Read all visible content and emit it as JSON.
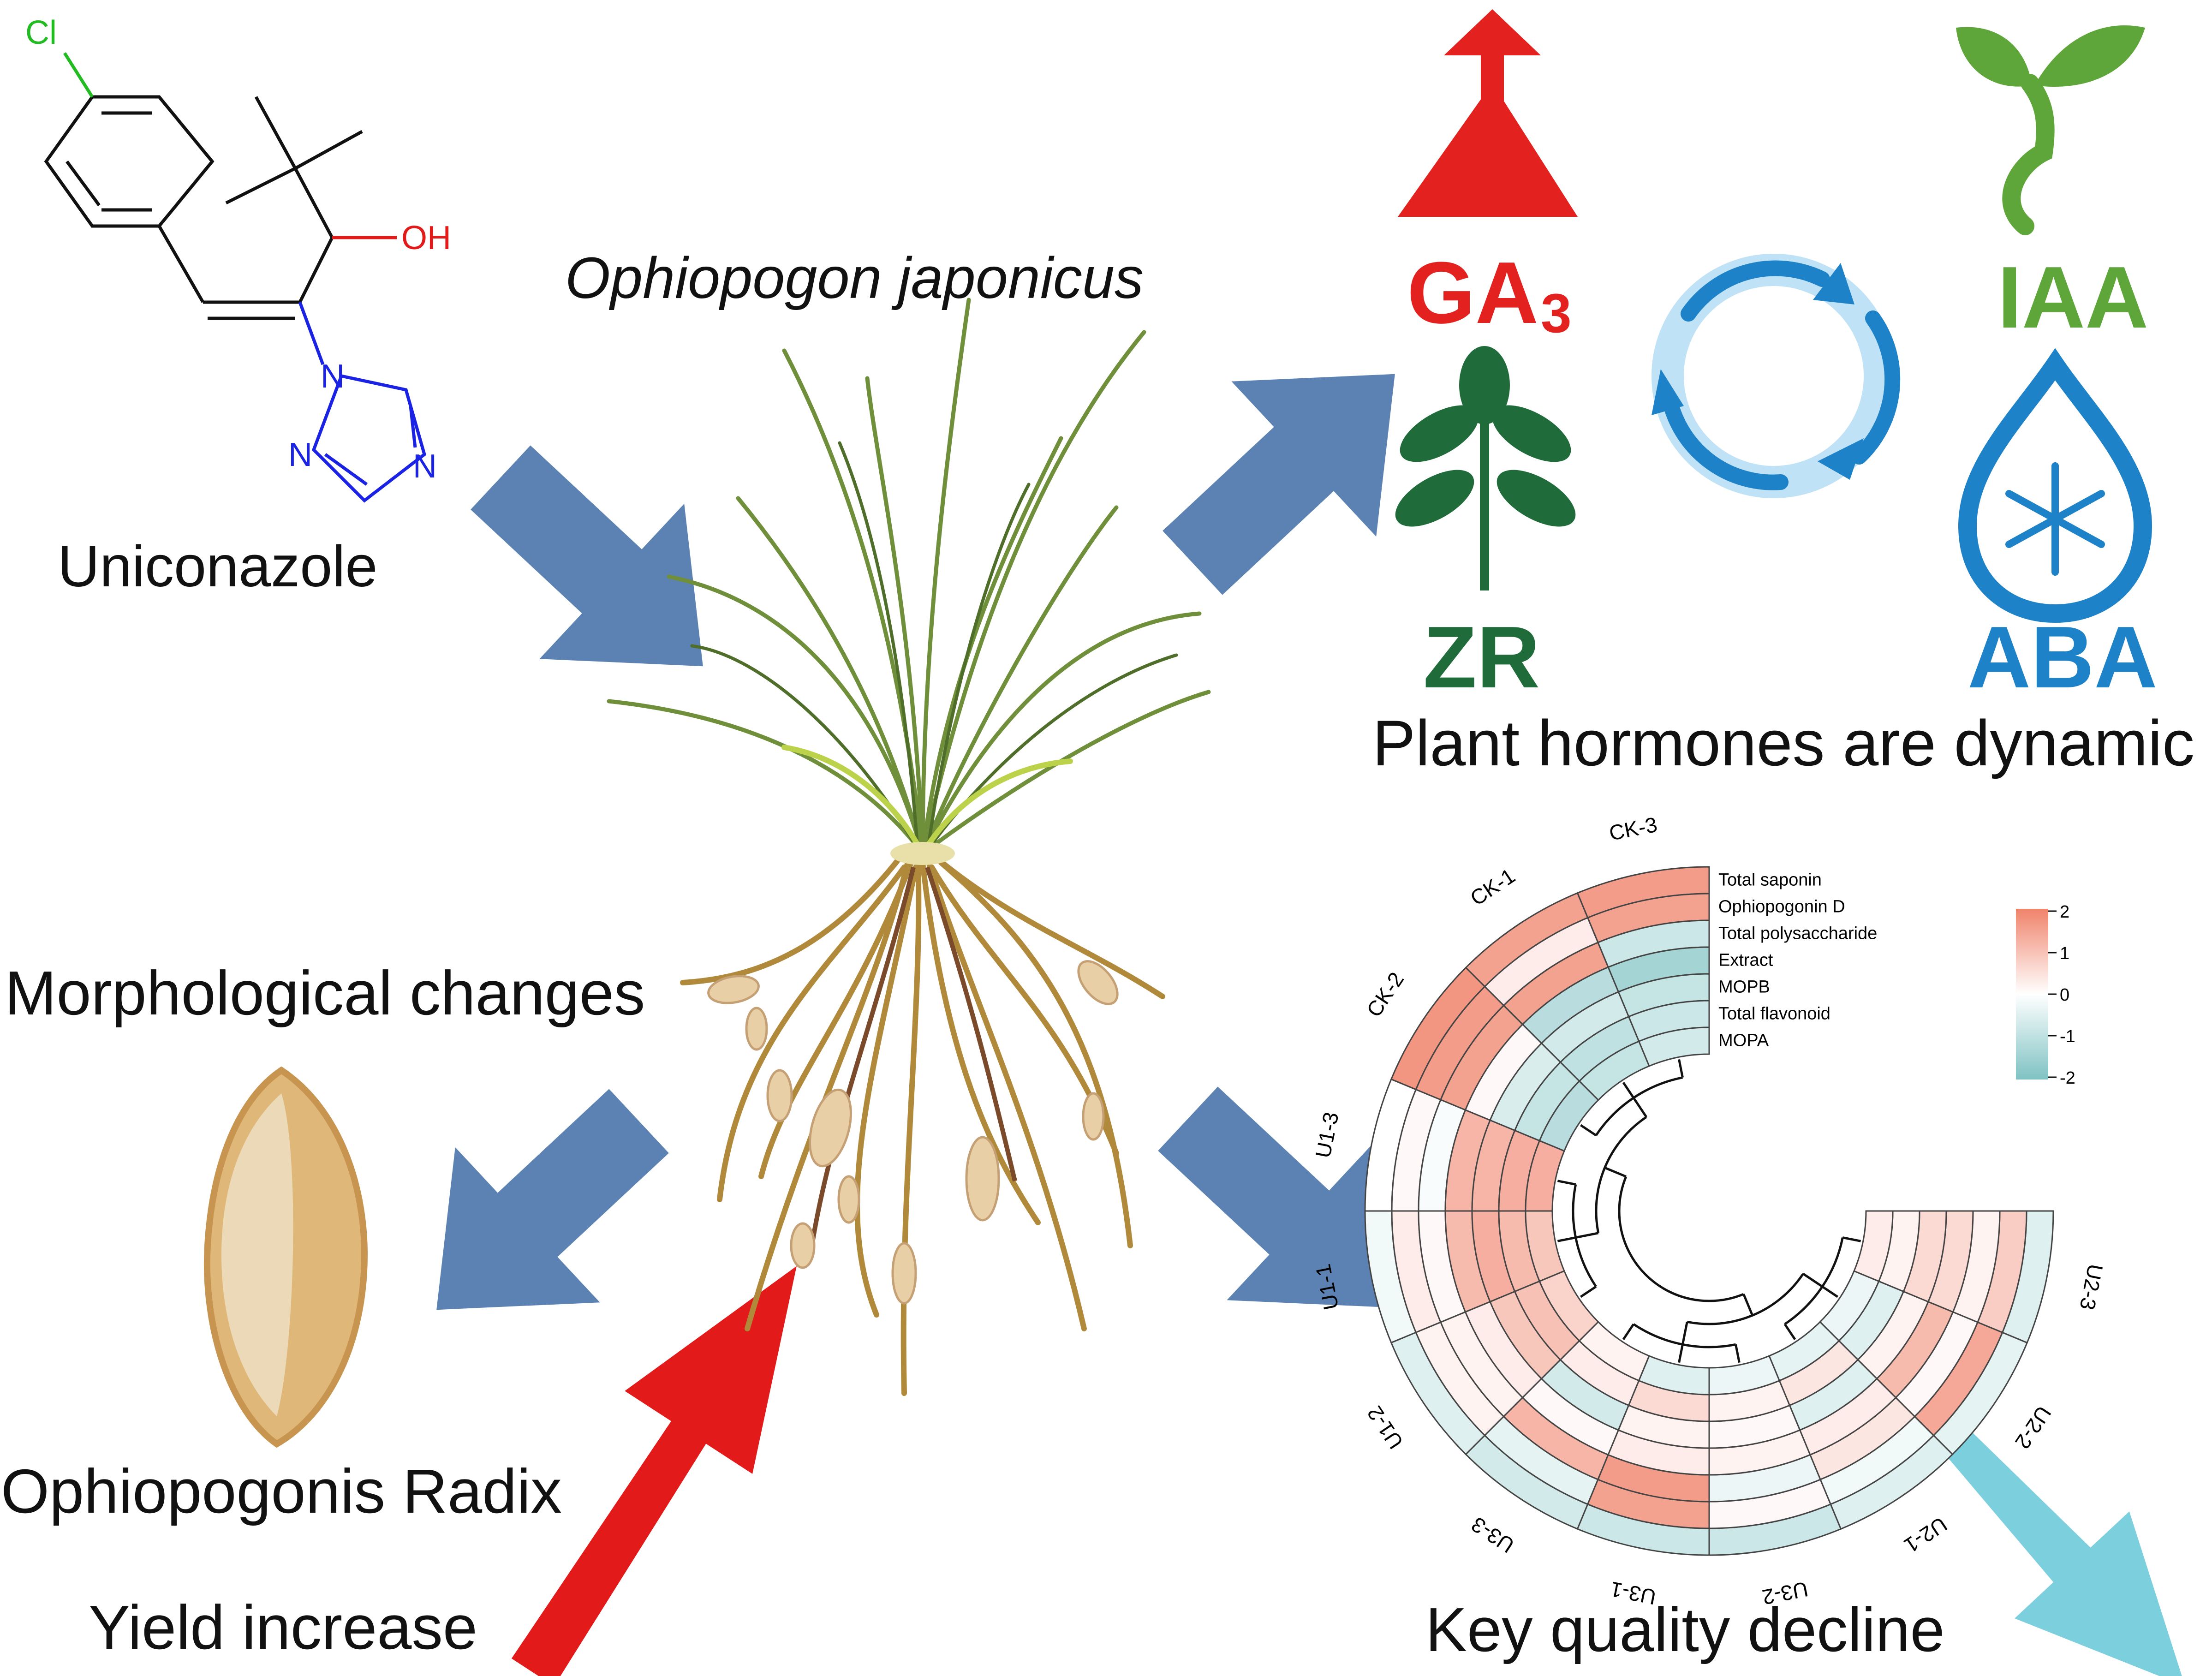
{
  "molecule": {
    "name": "Uniconazole",
    "atoms": {
      "chlorine": "Cl",
      "hydroxyl": "OH",
      "nitrogen": "N"
    }
  },
  "plant": {
    "species": "Ophiopogon japonicus"
  },
  "hormones": {
    "gibberellin": "GA",
    "gibberellin_subscript": "3",
    "auxin": "IAA",
    "zeatin_riboside": "ZR",
    "abscisic_acid": "ABA",
    "caption": "Plant hormones are dynamic"
  },
  "root": {
    "morphology_caption": "Morphological changes",
    "radix_caption": "Ophiopogonis Radix",
    "yield_caption": "Yield increase"
  },
  "quality": {
    "caption": "Key quality decline"
  },
  "colors": {
    "arrow_blue": "#5b82b3",
    "arrow_red": "#e31a1a",
    "arrow_cyan": "#7ccfdc",
    "ga_red": "#e3221f",
    "iaa_green": "#5ea63a",
    "zr_green": "#1f6b3a",
    "aba_blue": "#1e82c8",
    "heat_high": "#f0836b",
    "heat_mid": "#ffffff",
    "heat_low": "#7fc2c3"
  },
  "chart_data": {
    "type": "heatmap",
    "layout": "circular",
    "rows": [
      "Total saponin",
      "Ophiopogonin D",
      "Total polysaccharide",
      "Extract",
      "MOPB",
      "Total flavonoid",
      "MOPA"
    ],
    "columns": [
      "CK-3",
      "CK-1",
      "CK-2",
      "U1-3",
      "U1-1",
      "U1-2",
      "U3-3",
      "U3-1",
      "U3-2",
      "U2-1",
      "U2-2",
      "U2-3"
    ],
    "values": [
      [
        1.6,
        1.5,
        1.7,
        0.0,
        -0.2,
        -0.5,
        -0.7,
        -0.8,
        -0.8,
        -0.5,
        -0.4,
        -0.5
      ],
      [
        1.5,
        0.3,
        1.6,
        0.1,
        0.3,
        0.2,
        -0.4,
        1.5,
        0.1,
        -0.2,
        1.4,
        0.8
      ],
      [
        -0.8,
        1.5,
        1.5,
        -0.1,
        0.1,
        0.2,
        1.2,
        1.6,
        -0.3,
        0.4,
        0.1,
        0.2
      ],
      [
        -1.4,
        -1.1,
        0.1,
        1.2,
        1.1,
        0.3,
        0.1,
        0.3,
        0.2,
        0.3,
        1.1,
        0.6
      ],
      [
        -0.9,
        -0.7,
        -0.6,
        1.2,
        1.3,
        0.9,
        -0.7,
        0.2,
        0.1,
        -0.5,
        0.2,
        0.6
      ],
      [
        -0.8,
        -1.0,
        -0.9,
        1.3,
        1.1,
        1.0,
        0.3,
        0.6,
        0.2,
        0.4,
        -0.5,
        0.2
      ],
      [
        -0.7,
        -0.9,
        -1.1,
        1.3,
        0.9,
        0.7,
        0.2,
        -0.5,
        -0.3,
        -0.4,
        -0.3,
        0.3
      ]
    ],
    "color_scale": {
      "min": -2,
      "max": 2,
      "ticks": [
        "2",
        "1",
        "0",
        "-1",
        "-2"
      ]
    }
  }
}
